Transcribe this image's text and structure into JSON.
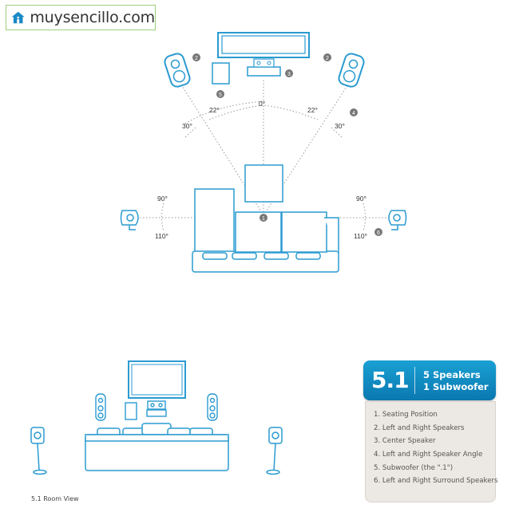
{
  "logo": {
    "text": "muysencillo.com",
    "icon": "house-wifi-icon",
    "color": "#1a8ac6"
  },
  "angles": {
    "left_22": "22°",
    "left_30": "30°",
    "center_0": "0°",
    "right_22": "22°",
    "right_30": "30°",
    "left_90": "90°",
    "left_110": "110°",
    "right_90": "90°",
    "right_110": "110°"
  },
  "markers": [
    "1",
    "2",
    "2",
    "3",
    "4",
    "5",
    "6"
  ],
  "info_box": {
    "number": "5.1",
    "line1": "5 Speakers",
    "line2": "1 Subwoofer",
    "items": [
      "1.  Seating Position",
      "2.  Left and Right Speakers",
      "3.  Center Speaker",
      "4.  Left and Right Speaker Angle",
      "5.  Subwoofer (the \".1\")",
      "6.  Left and Right Surround Speakers"
    ]
  },
  "caption": "5.1 Room View",
  "colors": {
    "line": "#2a9bd1",
    "dots": "#888888",
    "marker": "#777777",
    "header": "#1289c3"
  }
}
